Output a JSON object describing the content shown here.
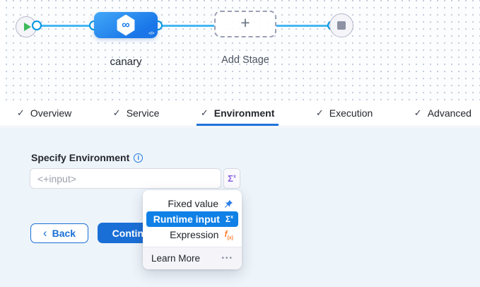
{
  "pipeline": {
    "stage_label": "canary",
    "add_stage_label": "Add Stage",
    "plus_icon": "+",
    "infinity_icon": "∞",
    "code_icon": "</>"
  },
  "tabs": {
    "check_icon": "✓",
    "items": [
      {
        "label": "Overview"
      },
      {
        "label": "Service"
      },
      {
        "label": "Environment",
        "active": true
      },
      {
        "label": "Execution"
      },
      {
        "label": "Advanced"
      }
    ]
  },
  "environment_form": {
    "label": "Specify Environment",
    "info_icon": "i",
    "input_value": "<+input>",
    "sigma": "Σ",
    "sigma_sup": "x"
  },
  "actions": {
    "back_chevron": "‹",
    "back": "Back",
    "continue": "Continue"
  },
  "type_menu": {
    "items": [
      {
        "label": "Fixed value",
        "icon": "pin-icon"
      },
      {
        "label": "Runtime input",
        "icon": "sigma-icon",
        "selected": true
      },
      {
        "label": "Expression",
        "icon": "fx-icon"
      }
    ],
    "sigma": "Σ",
    "sigma_sup": "x",
    "fx": "f",
    "fx_sub": "(x)",
    "footer": "Learn More",
    "more_icon": "•••"
  },
  "colors": {
    "stage_node_blue": "#1f80ec",
    "connector_blue": "#45b7f2",
    "port_border_blue": "#0096e3",
    "play_green": "#3dba5c",
    "stop_gray": "#8e92a4",
    "tab_underline_blue": "#2273da",
    "content_bg": "#edf4fa",
    "primary_button_blue": "#1a6fd6",
    "menu_highlight_blue": "#0f80e6",
    "pin_blue": "#2b7de9",
    "fx_orange": "#ff7c2b",
    "sigma_purple": "#8a5fe0"
  }
}
